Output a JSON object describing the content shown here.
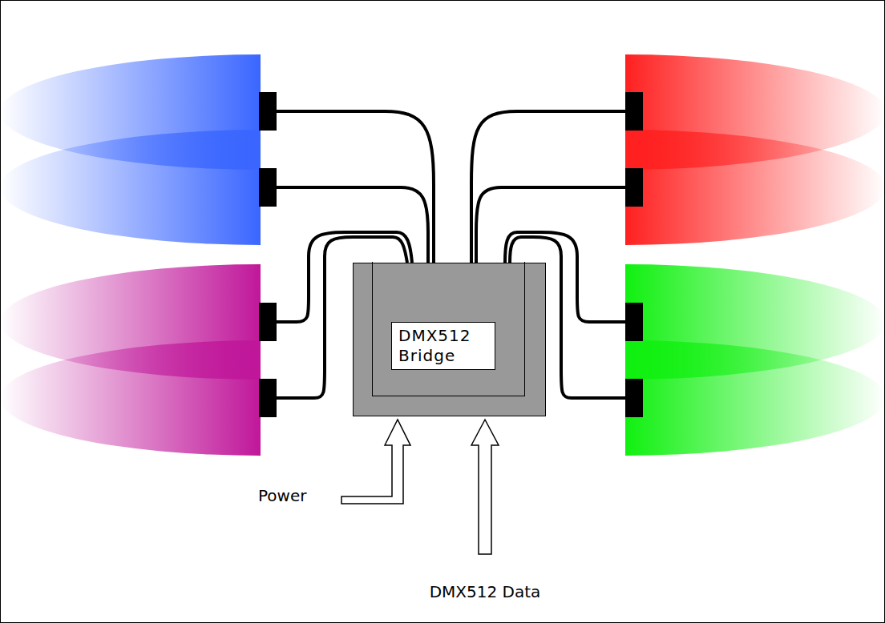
{
  "diagram": {
    "nodes": [
      {
        "text": [
          "DMX512 Bridge"
        ]
      }
    ],
    "labels": [
      "Power",
      "DMX512 Data"
    ]
  }
}
